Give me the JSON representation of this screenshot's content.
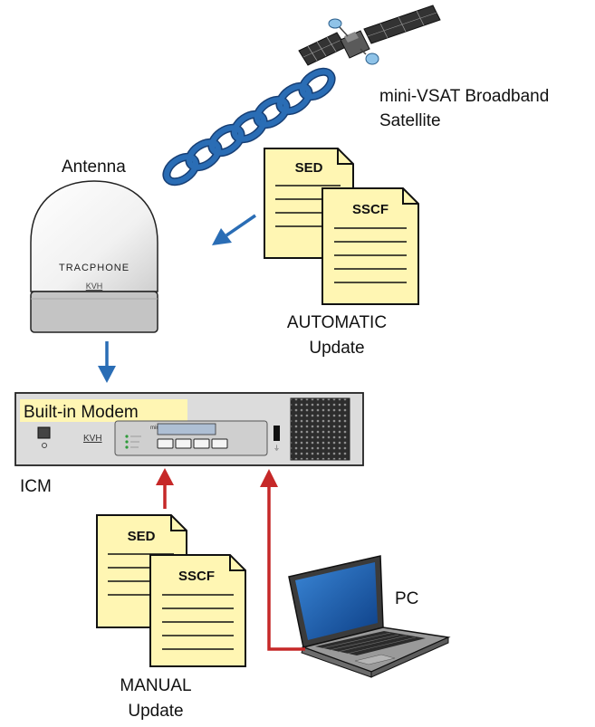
{
  "satellite": {
    "label_line1": "mini-VSAT Broadband",
    "label_line2": "Satellite"
  },
  "antenna": {
    "label": "Antenna",
    "brand": "TRACPHONE",
    "maker": "KVH"
  },
  "automatic": {
    "doc1": "SED",
    "doc2": "SSCF",
    "label_line1": "AUTOMATIC",
    "label_line2": "Update"
  },
  "icm": {
    "label": "ICM",
    "modem_label": "Built-in Modem",
    "maker": "KVH",
    "model": "mini-VSAT"
  },
  "manual": {
    "doc1": "SED",
    "doc2": "SSCF",
    "label_line1": "MANUAL",
    "label_line2": "Update"
  },
  "pc": {
    "label": "PC"
  },
  "colors": {
    "chain": "#2a6db5",
    "auto_arrow": "#2a6db5",
    "manual_arrow": "#c62828",
    "doc_fill": "#fff6b3",
    "modem_highlight": "#fff6b3"
  }
}
